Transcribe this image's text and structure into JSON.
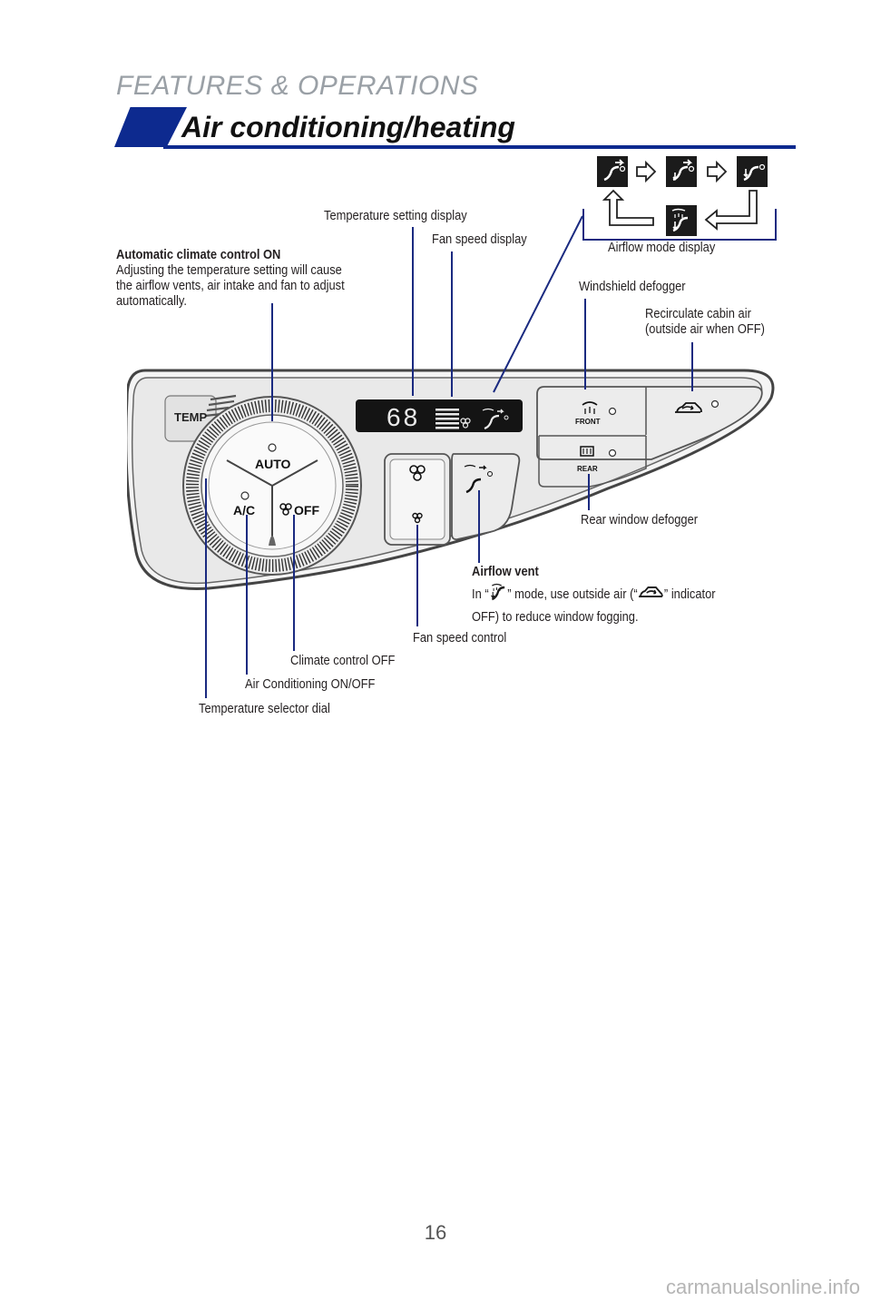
{
  "header": {
    "section": "FEATURES & OPERATIONS",
    "title": "Air conditioning/heating"
  },
  "labels": {
    "temp_setting_display": "Temperature setting display",
    "fan_speed_display": "Fan speed display",
    "airflow_mode_display": "Airflow mode display",
    "auto_title": "Automatic climate control ON",
    "auto_desc_1": "Adjusting the temperature setting will cause",
    "auto_desc_2": "the airflow vents, air intake and fan to adjust",
    "auto_desc_3": "automatically.",
    "windshield_defogger": "Windshield defogger",
    "recirc_1": "Recirculate cabin air",
    "recirc_2": "(outside air when OFF)",
    "rear_defogger": "Rear window defogger",
    "airflow_vent_title": "Airflow vent",
    "airflow_vent_desc_1a": "In “",
    "airflow_vent_desc_1b": "” mode, use outside air (“",
    "airflow_vent_desc_1c": "” indicator",
    "airflow_vent_desc_2": "OFF) to reduce window fogging.",
    "fan_speed_control": "Fan speed control",
    "climate_off": "Climate control OFF",
    "ac_onoff": "Air Conditioning ON/OFF",
    "temp_dial": "Temperature selector dial"
  },
  "panel": {
    "temp_value": "68",
    "temp_label": "TEMP",
    "auto_button": "AUTO",
    "ac_button": "A/C",
    "off_button": "OFF",
    "front_label": "FRONT",
    "rear_label": "REAR"
  },
  "footer": {
    "page_number": "16",
    "watermark": "carmanualsonline.info"
  },
  "colors": {
    "accent": "#0d2a8f",
    "leader": "#1a2a80",
    "display_bg": "#141414"
  }
}
